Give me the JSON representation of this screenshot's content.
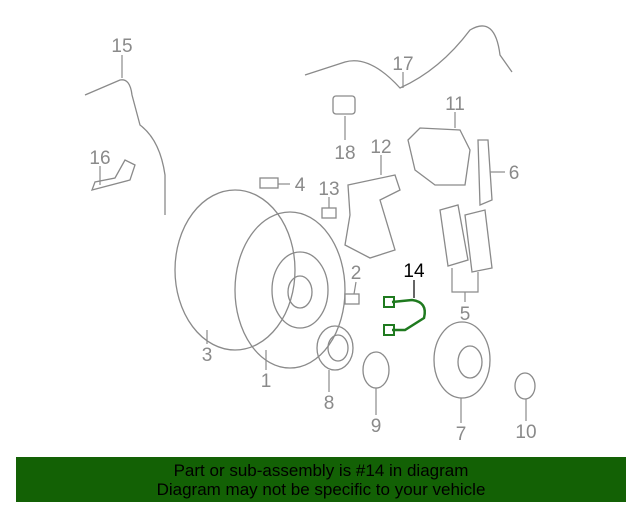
{
  "diagram": {
    "callouts": [
      "1",
      "2",
      "3",
      "4",
      "5",
      "6",
      "7",
      "8",
      "9",
      "10",
      "11",
      "12",
      "13",
      "14",
      "15",
      "16",
      "17",
      "18"
    ],
    "highlighted_callout": "14",
    "highlight_color": "#1f7a1f"
  },
  "banner": {
    "line1": "Part or sub-assembly is #14 in diagram",
    "line2": "Diagram may not be specific to your vehicle",
    "color": "#136105"
  }
}
